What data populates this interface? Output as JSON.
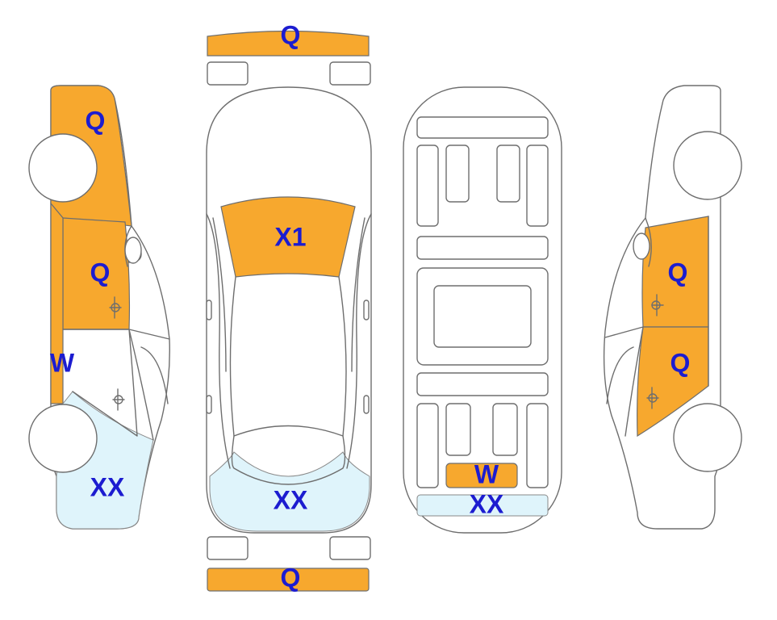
{
  "colors": {
    "damage_orange": "#f7a82e",
    "damage_blue": "#dff4fb",
    "label_blue": "#1c1cd0",
    "outline": "#6e6e6e"
  },
  "views": {
    "left_side": {
      "front_fender": "Q",
      "front_door": "Q",
      "sill": "W",
      "rear_quarter": "XX"
    },
    "top": {
      "front_bumper": "Q",
      "windshield": "X1",
      "rear_window": "XX",
      "rear_bumper": "Q"
    },
    "underbody": {
      "rear_panel": "W",
      "rear_strip": "XX"
    },
    "right_side": {
      "front_door": "Q",
      "rear_door": "Q"
    }
  }
}
